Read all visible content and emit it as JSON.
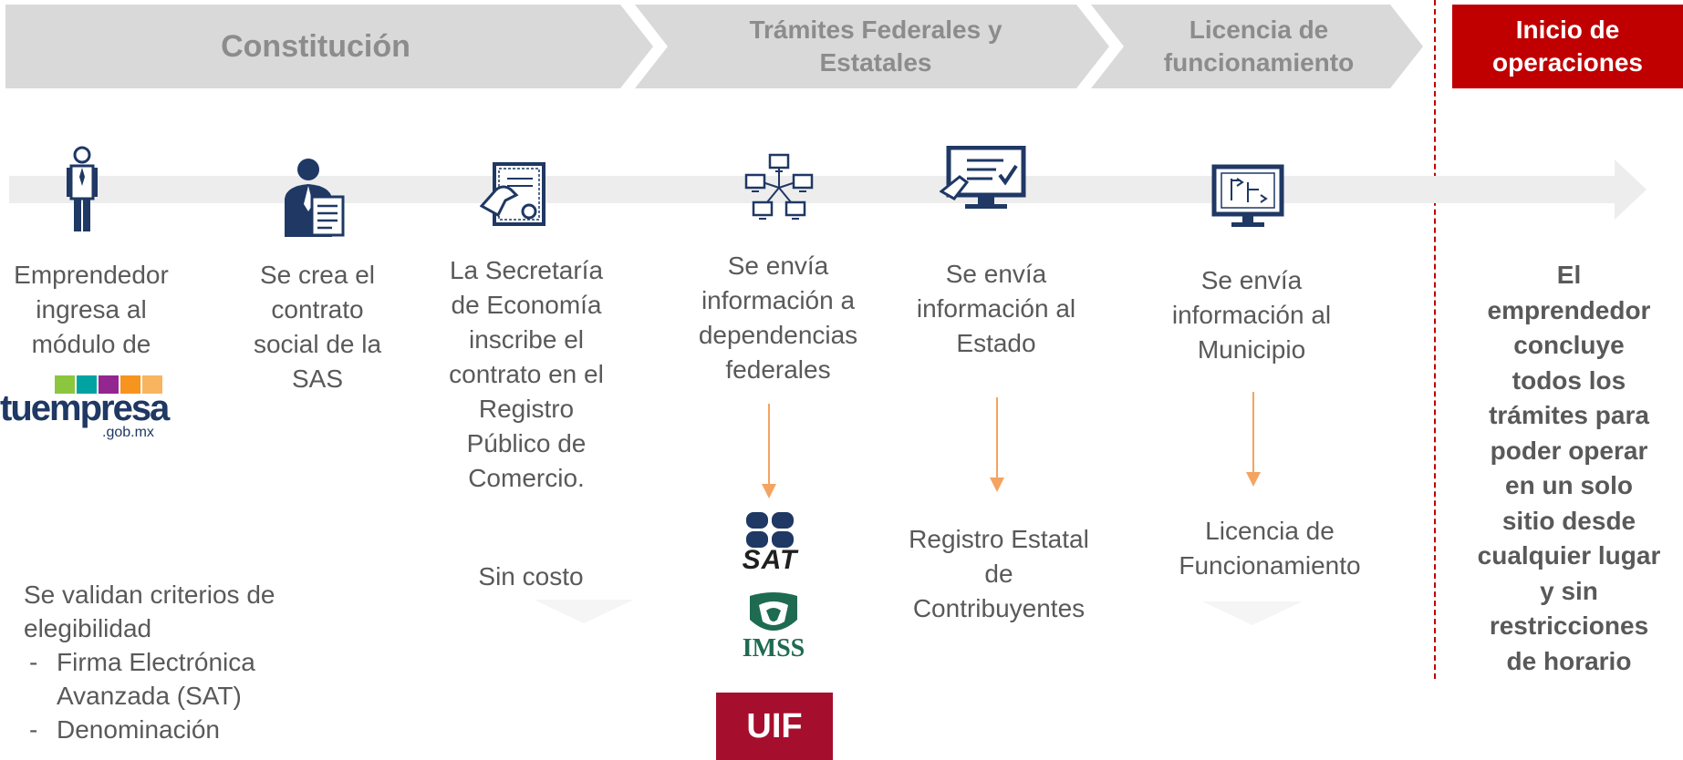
{
  "phases": [
    {
      "label": "Constitución"
    },
    {
      "label": "Trámites Federales y\nEstatales"
    },
    {
      "label": "Licencia de\nfuncionamiento"
    },
    {
      "label": "Inicio de\noperaciones"
    }
  ],
  "steps": [
    {
      "icon": "person-icon",
      "text": "Emprendedor\ningresa al\nmódulo de"
    },
    {
      "icon": "businessman-contract-icon",
      "text": "Se crea el\ncontrato\nsocial de la\nSAS"
    },
    {
      "icon": "certificate-sign-icon",
      "text": "La Secretaría\nde Economía\ninscribe el\ncontrato en el\nRegistro\nPúblico de\nComercio."
    },
    {
      "icon": "network-computers-icon",
      "text": "Se envía\ninformación a\ndependencias\nfederales"
    },
    {
      "icon": "monitor-checklist-icon",
      "text": "Se envía\ninformación al\nEstado"
    },
    {
      "icon": "monitor-flowchart-icon",
      "text": "Se envía\ninformación al\nMunicipio"
    }
  ],
  "tuempresa": {
    "main": "tuempresa",
    "sub": ".gob.mx"
  },
  "criteria": {
    "intro": "Se validan criterios de\nelegibilidad",
    "items": [
      "Firma Electrónica\nAvanzada (SAT)",
      "Denominación"
    ]
  },
  "sin_costo": "Sin costo",
  "federal_agencies": {
    "sat": "SAT",
    "imss": "IMSS",
    "uif": "UIF"
  },
  "registro_estatal": "Registro Estatal\nde\nContribuyentes",
  "licencia": "Licencia de\nFuncionamiento",
  "final_text": "El\nemprendedor\nconcluye\ntodos los\ntrámites para\npoder operar\nen un solo\nsitio desde\ncualquier lugar\ny sin\nrestricciones\nde horario",
  "colors": {
    "accent_red": "#c00000",
    "arrow_orange": "#f4a460",
    "chevron_gray": "#d9d9d9",
    "icon_navy": "#1f3864"
  }
}
